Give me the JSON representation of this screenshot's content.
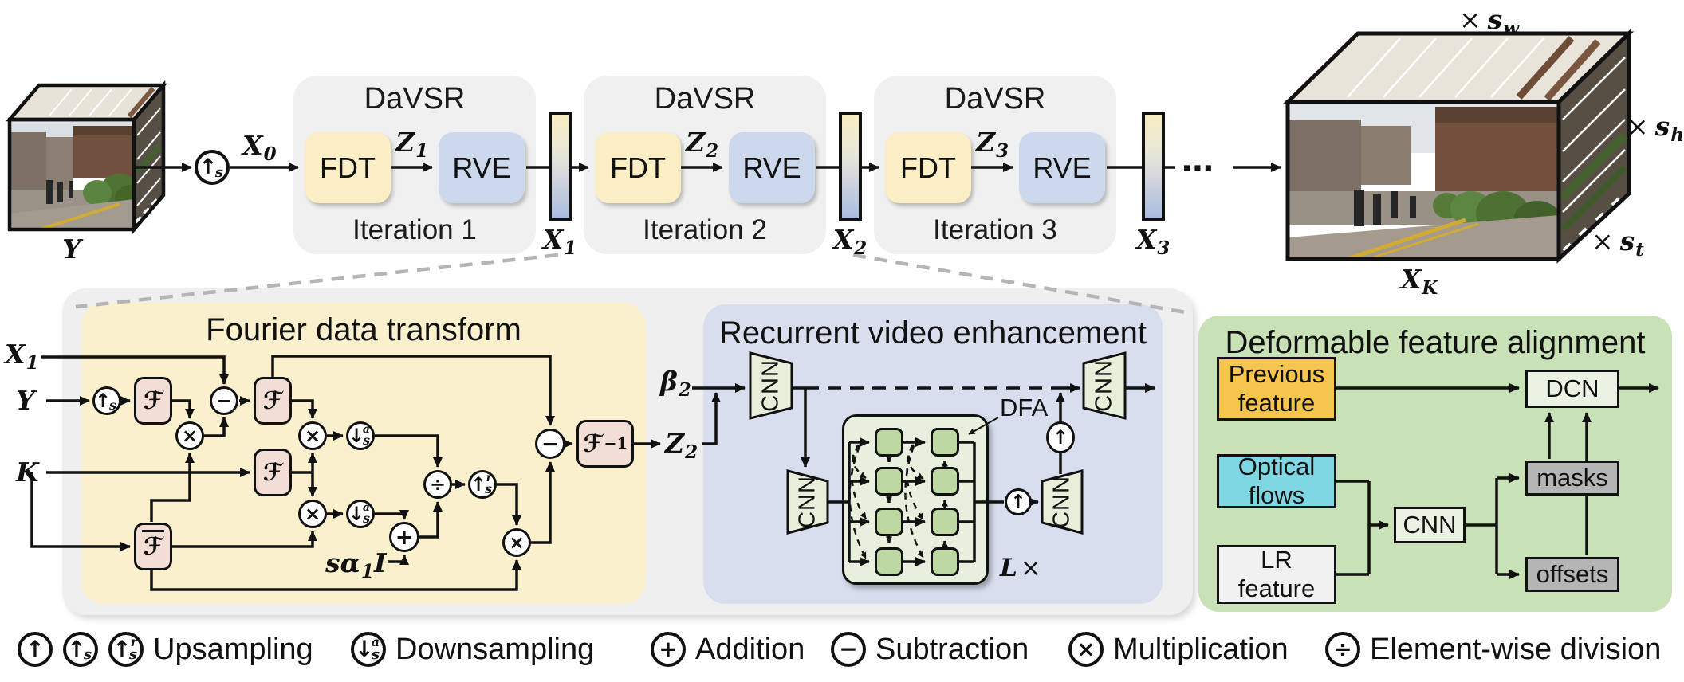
{
  "top": {
    "input_label": "Y",
    "x0": {
      "base": "X",
      "sub": "0"
    },
    "units": [
      {
        "title": "DaVSR",
        "fdt": "FDT",
        "z": {
          "base": "Z",
          "sub": "1"
        },
        "rve": "RVE",
        "caption": "Iteration 1",
        "out": {
          "base": "X",
          "sub": "1"
        }
      },
      {
        "title": "DaVSR",
        "fdt": "FDT",
        "z": {
          "base": "Z",
          "sub": "2"
        },
        "rve": "RVE",
        "caption": "Iteration 2",
        "out": {
          "base": "X",
          "sub": "2"
        }
      },
      {
        "title": "DaVSR",
        "fdt": "FDT",
        "z": {
          "base": "Z",
          "sub": "3"
        },
        "rve": "RVE",
        "caption": "Iteration 3",
        "out": {
          "base": "X",
          "sub": "3"
        }
      }
    ],
    "dots": "⋯",
    "output_label": {
      "base": "X",
      "sub": "K"
    },
    "scales": {
      "w": {
        "times": "×",
        "base": "s",
        "sub": "w"
      },
      "h": {
        "times": "×",
        "base": "s",
        "sub": "h"
      },
      "t": {
        "times": "×",
        "base": "s",
        "sub": "t"
      }
    }
  },
  "fdt": {
    "title": "Fourier data transform",
    "in_x": {
      "base": "X",
      "sub": "1"
    },
    "in_y": "Y",
    "in_k": "K",
    "f": "ℱ",
    "f_inv_sup": "−1",
    "sa1i": {
      "pre": "sα",
      "sub": "1",
      "post": "I"
    },
    "beta": {
      "base": "β",
      "sub": "2"
    },
    "out_z": {
      "base": "Z",
      "sub": "2"
    }
  },
  "rve": {
    "title": "Recurrent video enhancement",
    "cnn": "CNN",
    "dfa": "DFA",
    "loop": {
      "base": "L",
      "times": "×"
    }
  },
  "dfa": {
    "title": "Deformable feature alignment",
    "previous": "Previous feature",
    "optical": "Optical flows",
    "lr": "LR feature",
    "cnn": "CNN",
    "dcn": "DCN",
    "masks": "masks",
    "offsets": "offsets"
  },
  "legend": {
    "upsampling": "Upsampling",
    "downsampling": "Downsampling",
    "addition": "Addition",
    "subtraction": "Subtraction",
    "multiplication": "Multiplication",
    "division": "Element-wise division"
  },
  "icons": {
    "up": "↑",
    "down": "↓",
    "plus": "+",
    "minus": "−",
    "times": "×",
    "divide": "÷",
    "s": "s",
    "r": "r",
    "a": "a"
  },
  "colors": {
    "fdt_panel": "#faf0cd",
    "rve_panel": "#d8deee",
    "dfa_panel": "#c8e1b6",
    "fdt_block": "#fbeec5",
    "rve_block": "#ccd9ec",
    "f_block": "#f3ded6",
    "cnn_fill": "#e7efda",
    "grid_block": "#bdd9a1",
    "gray_container": "#efefef",
    "previous_box": "#f6c54e",
    "optical_box": "#7ed7e2",
    "lr_box": "#f1f1f1",
    "mask_box": "#b5b5b5"
  }
}
